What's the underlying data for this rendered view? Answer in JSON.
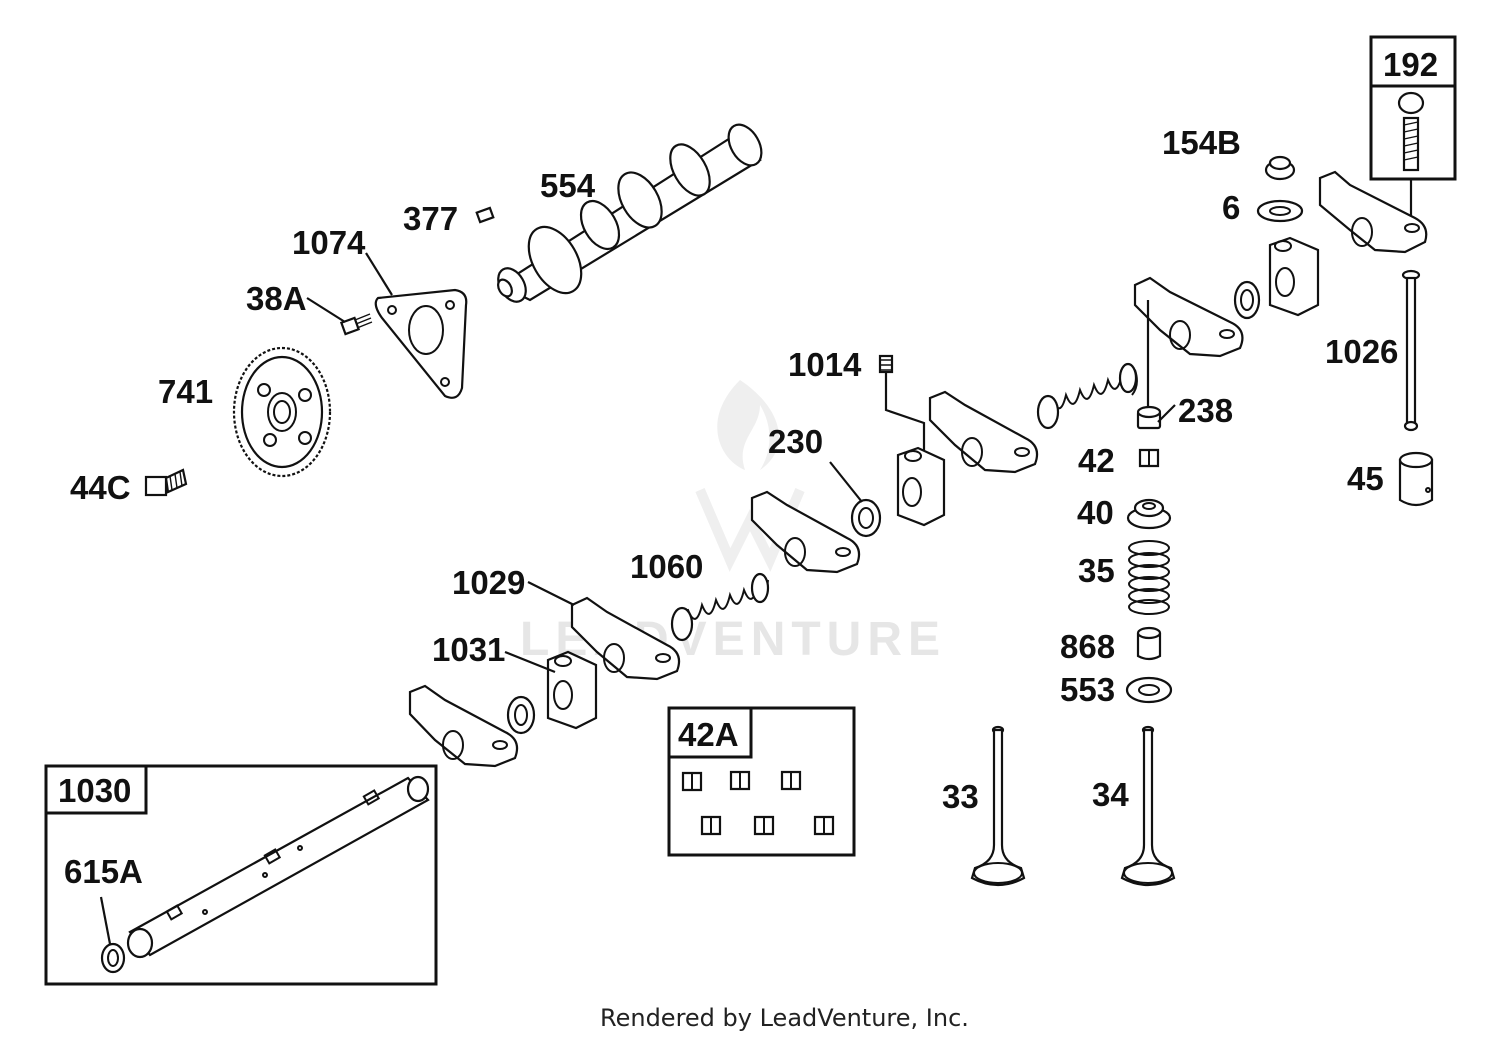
{
  "diagram": {
    "watermark": "LEADVENTURE",
    "credit": "Rendered by LeadVenture, Inc.",
    "labels": {
      "p192": "192",
      "p154B": "154B",
      "p6": "6",
      "p554": "554",
      "p377": "377",
      "p1074": "1074",
      "p38A": "38A",
      "p741": "741",
      "p44C": "44C",
      "p1014": "1014",
      "p1026": "1026",
      "p238": "238",
      "p230": "230",
      "p42": "42",
      "p40": "40",
      "p45": "45",
      "p35": "35",
      "p1060": "1060",
      "p1029": "1029",
      "p1031": "1031",
      "p868": "868",
      "p553": "553",
      "p42A": "42A",
      "p33": "33",
      "p34": "34",
      "p1030": "1030",
      "p615A": "615A"
    }
  }
}
